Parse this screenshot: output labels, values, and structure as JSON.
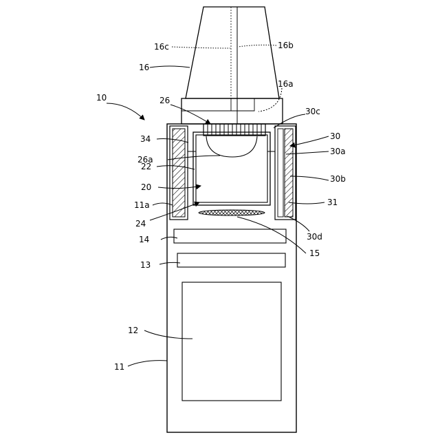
{
  "diagram": {
    "labels": {
      "l10": "10",
      "l11": "11",
      "l11a": "11a",
      "l12": "12",
      "l13": "13",
      "l14": "14",
      "l15": "15",
      "l16": "16",
      "l16a": "16a",
      "l16b": "16b",
      "l16c": "16c",
      "l20": "20",
      "l22": "22",
      "l24": "24",
      "l26": "26",
      "l26a": "26a",
      "l30": "30",
      "l30a": "30a",
      "l30b": "30b",
      "l30c": "30c",
      "l30d": "30d",
      "l31": "31",
      "l34": "34"
    }
  }
}
